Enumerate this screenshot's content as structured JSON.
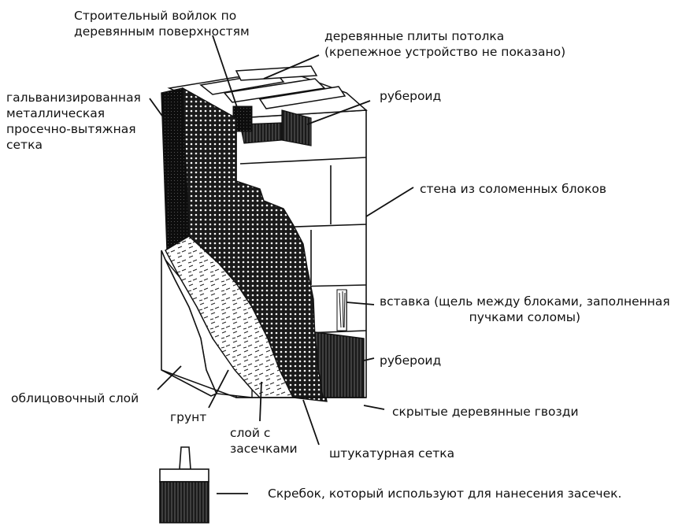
{
  "labels": {
    "felt": [
      "Строительный войлок по",
      "деревянным поверхностям"
    ],
    "ceiling_boards": [
      "деревянные плиты потолка",
      "(крепежное устройство не показано)"
    ],
    "roofing_top": "рубероид",
    "galvanized_mesh": [
      "гальванизированная",
      "металлическая",
      "просечно-вытяжная",
      "сетка"
    ],
    "straw_wall": "стена из соломенных блоков",
    "insert": [
      "вставка (щель между блоками, заполненная",
      "пучками соломы)"
    ],
    "roofing_bottom": "рубероид",
    "facing_layer": "облицовочный слой",
    "hidden_nails": "скрытые деревянные гвозди",
    "primer": "грунт",
    "scratch_layer": [
      "слой с",
      "засечками"
    ],
    "plaster_mesh": "штукатурная сетка",
    "scraper": "Скребок, который используют для нанесения засечек."
  },
  "colors": {
    "ink": "#111111",
    "paper": "#ffffff",
    "mesh": "#1a1a1a"
  }
}
